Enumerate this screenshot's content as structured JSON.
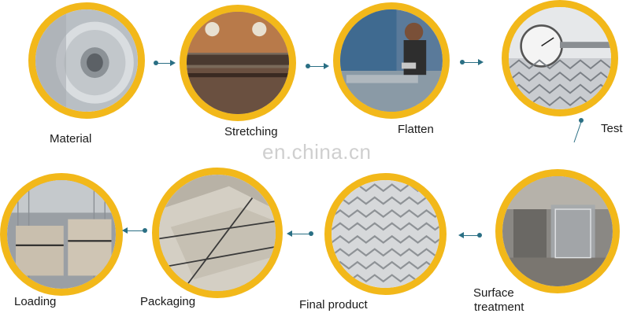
{
  "steps": [
    {
      "label": "Material"
    },
    {
      "label": "Stretching"
    },
    {
      "label": "Flatten"
    },
    {
      "label": "Test"
    },
    {
      "label": "Surface"
    },
    {
      "label": "treatment"
    },
    {
      "label": "Final product"
    },
    {
      "label": "Packaging"
    },
    {
      "label": "Loading"
    }
  ],
  "watermark": "en.china.cn",
  "colors": {
    "ring": "#f2b81a",
    "arrow": "#2a6f84"
  }
}
